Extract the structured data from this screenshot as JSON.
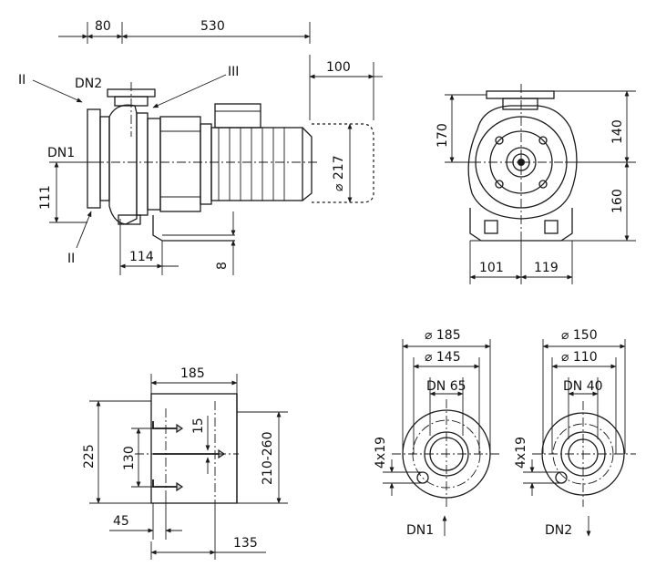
{
  "side_view": {
    "dim_80": "80",
    "dim_530": "530",
    "dim_100": "100",
    "label_dn2": "DN2",
    "label_dn1": "DN1",
    "label_ii_top": "II",
    "label_iii": "III",
    "label_ii_bottom": "II",
    "dim_111": "111",
    "dim_114": "114",
    "dim_8": "8",
    "dim_217": "⌀ 217"
  },
  "front_view": {
    "dim_170": "170",
    "dim_140": "140",
    "dim_160": "160",
    "dim_101": "101",
    "dim_119": "119"
  },
  "base_view": {
    "dim_185": "185",
    "dim_225": "225",
    "dim_130": "130",
    "dim_15": "15",
    "dim_210_260": "210-260",
    "dim_45": "45",
    "dim_135": "135"
  },
  "flange_dn1": {
    "dia_outer": "⌀ 185",
    "dia_bolt": "⌀ 145",
    "dn": "DN 65",
    "holes": "4x19",
    "label": "DN1"
  },
  "flange_dn2": {
    "dia_outer": "⌀ 150",
    "dia_bolt": "⌀ 110",
    "dn": "DN 40",
    "holes": "4x19",
    "label": "DN2"
  }
}
